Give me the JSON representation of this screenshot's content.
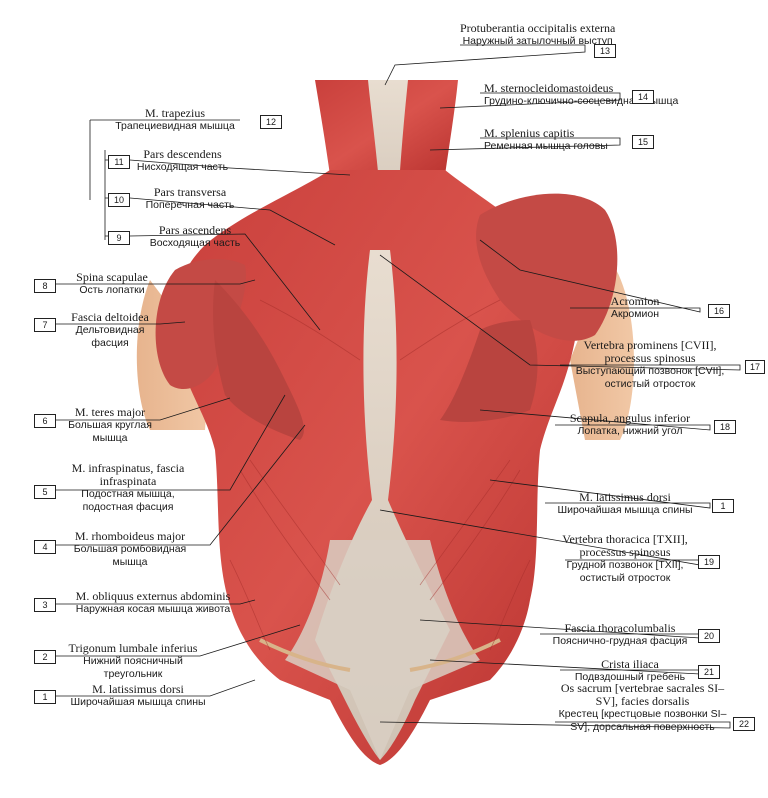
{
  "labels": [
    {
      "n": "13",
      "lat": "Protuberantia occipitalis externa",
      "ru": "Наружный затылочный выступ"
    },
    {
      "n": "14",
      "lat": "M. sternocleidomastoideus",
      "ru": "Грудино-ключично-сосцевидная мышца"
    },
    {
      "n": "15",
      "lat": "M. splenius capitis",
      "ru": "Ременная мышца головы"
    },
    {
      "n": "12",
      "lat": "M. trapezius",
      "ru": "Трапециевидная мышца"
    },
    {
      "n": "11",
      "lat": "Pars descendens",
      "ru": "Нисходящая часть"
    },
    {
      "n": "10",
      "lat": "Pars transversa",
      "ru": "Поперечная часть"
    },
    {
      "n": "9",
      "lat": "Pars ascendens",
      "ru": "Восходящая часть"
    },
    {
      "n": "8",
      "lat": "Spina scapulae",
      "ru": "Ость лопатки"
    },
    {
      "n": "7",
      "lat": "Fascia deltoidea",
      "ru": "Дельтовидная фасция"
    },
    {
      "n": "16",
      "lat": "Acromion",
      "ru": "Акромион"
    },
    {
      "n": "17",
      "lat": "Vertebra prominens [CVII], processus spinosus",
      "ru": "Выступающий позвонок [CVII], остистый отросток"
    },
    {
      "n": "6",
      "lat": "M. teres major",
      "ru": "Большая круглая мышца"
    },
    {
      "n": "18",
      "lat": "Scapula, angulus inferior",
      "ru": "Лопатка, нижний угол"
    },
    {
      "n": "5",
      "lat": "M. infraspinatus, fascia infraspinata",
      "ru": "Подостная мышца, подостная фасция"
    },
    {
      "n": "1",
      "lat": "M. latissimus dorsi",
      "ru": "Широчайшая мышца спины"
    },
    {
      "n": "4",
      "lat": "M. rhomboideus major",
      "ru": "Большая ромбовидная мышца"
    },
    {
      "n": "19",
      "lat": "Vertebra thoracica [TXII], processus spinosus",
      "ru": "Грудной позвонок [TXII], остистый отросток"
    },
    {
      "n": "3",
      "lat": "M. obliquus externus abdominis",
      "ru": "Наружная косая мышца живота"
    },
    {
      "n": "20",
      "lat": "Fascia thoracolumbalis",
      "ru": "Пояснично-грудная фасция"
    },
    {
      "n": "2",
      "lat": "Trigonum lumbale inferius",
      "ru": "Нижний поясничный треугольник"
    },
    {
      "n": "21",
      "lat": "Crista iliaca",
      "ru": "Подвздошный гребень"
    },
    {
      "n": "1",
      "lat": "M. latissimus dorsi",
      "ru": "Широчайшая мышца спины"
    },
    {
      "n": "22",
      "lat": "Os sacrum [vertebrae sacrales SI–SV], facies dorsalis",
      "ru": "Крестец [крестцовые позвонки SI–SV], дорсальная поверхность"
    }
  ]
}
